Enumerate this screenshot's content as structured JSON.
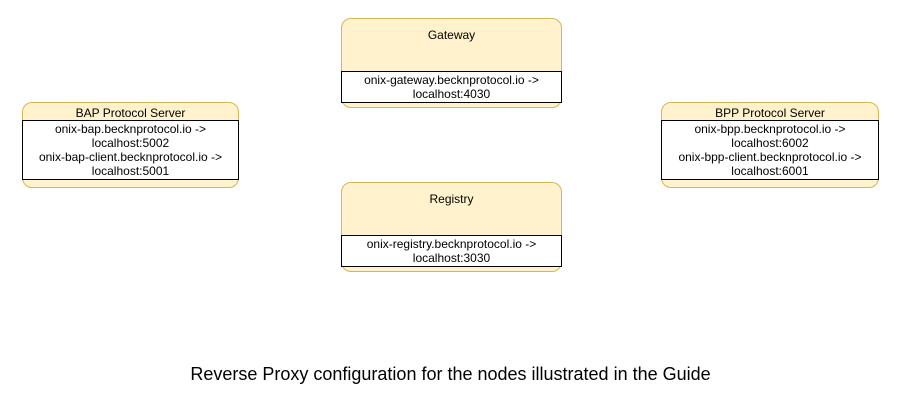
{
  "diagram": {
    "nodes": [
      {
        "id": "gateway",
        "title": "Gateway",
        "entries": [
          "onix-gateway.becknprotocol.io ->\nlocalhost:4030"
        ]
      },
      {
        "id": "bap-protocol-server",
        "title": "BAP Protocol Server",
        "entries": [
          "onix-bap.becknprotocol.io ->\nlocalhost:5002",
          "onix-bap-client.becknprotocol.io ->\nlocalhost:5001"
        ]
      },
      {
        "id": "bpp-protocol-server",
        "title": "BPP Protocol Server",
        "entries": [
          "onix-bpp.becknprotocol.io ->\nlocalhost:6002",
          "onix-bpp-client.becknprotocol.io ->\nlocalhost:6001"
        ]
      },
      {
        "id": "registry",
        "title": "Registry",
        "entries": [
          "onix-registry.becknprotocol.io ->\nlocalhost:3030"
        ]
      }
    ],
    "caption": "Reverse Proxy configuration for the nodes illustrated in the Guide",
    "colors": {
      "node_fill": "#FFF2CC",
      "node_border": "#D6B656",
      "mapping_fill": "#FFFFFF",
      "mapping_border": "#000000",
      "text": "#000000",
      "background": "#FFFFFF"
    }
  }
}
